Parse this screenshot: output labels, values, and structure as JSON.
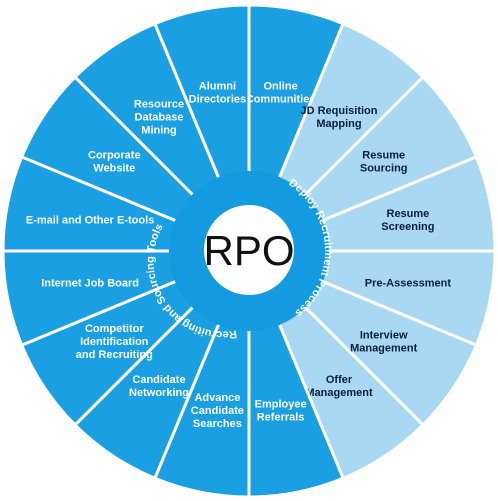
{
  "center": {
    "label": "RPO"
  },
  "ring_labels": {
    "left": "Recruiting and Sourcing Tools",
    "right": "Deploy Recruitment Process"
  },
  "colors": {
    "dark_segment": "#199fe2",
    "light_segment": "#a9d8f3",
    "divider": "#ffffff",
    "inner_ring": "#139ae0",
    "center_fill": "#ffffff",
    "dark_text": "#ffffff",
    "light_text": "#0a1e3c"
  },
  "segments": [
    {
      "lines": [
        "Online",
        "Communities"
      ],
      "tone": "dark"
    },
    {
      "lines": [
        "JD Requisition",
        "Mapping"
      ],
      "tone": "light"
    },
    {
      "lines": [
        "Resume",
        "Sourcing"
      ],
      "tone": "light"
    },
    {
      "lines": [
        "Resume",
        "Screening"
      ],
      "tone": "light"
    },
    {
      "lines": [
        "Pre-Assessment"
      ],
      "tone": "light"
    },
    {
      "lines": [
        "Interview",
        "Management"
      ],
      "tone": "light"
    },
    {
      "lines": [
        "Offer",
        "Management"
      ],
      "tone": "light"
    },
    {
      "lines": [
        "Employee",
        "Referrals"
      ],
      "tone": "dark"
    },
    {
      "lines": [
        "Advance",
        "Candidate",
        "Searches"
      ],
      "tone": "dark"
    },
    {
      "lines": [
        "Candidate",
        "Networking"
      ],
      "tone": "dark"
    },
    {
      "lines": [
        "Competitor",
        "Identification",
        "and Recruiting"
      ],
      "tone": "dark"
    },
    {
      "lines": [
        "Internet Job Board"
      ],
      "tone": "dark"
    },
    {
      "lines": [
        "E-mail and Other E-tools"
      ],
      "tone": "dark"
    },
    {
      "lines": [
        "Corporate",
        "Website"
      ],
      "tone": "dark"
    },
    {
      "lines": [
        "Resource",
        "Database",
        "Mining"
      ],
      "tone": "dark"
    },
    {
      "lines": [
        "Alumni",
        "Directories"
      ],
      "tone": "dark"
    }
  ]
}
